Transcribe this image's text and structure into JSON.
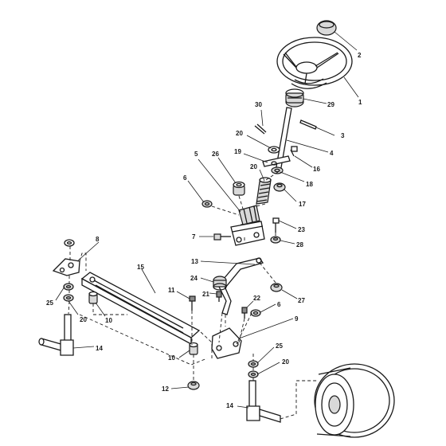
{
  "callouts": [
    {
      "id": "c1",
      "text": "1"
    },
    {
      "id": "c2",
      "text": "2"
    },
    {
      "id": "c29",
      "text": "29"
    },
    {
      "id": "c30",
      "text": "30"
    },
    {
      "id": "c3",
      "text": "3"
    },
    {
      "id": "c4",
      "text": "4"
    },
    {
      "id": "c20a",
      "text": "20"
    },
    {
      "id": "c16",
      "text": "16"
    },
    {
      "id": "c19",
      "text": "19"
    },
    {
      "id": "c18",
      "text": "18"
    },
    {
      "id": "c5",
      "text": "5"
    },
    {
      "id": "c26",
      "text": "26"
    },
    {
      "id": "c20b",
      "text": "20"
    },
    {
      "id": "c17",
      "text": "17"
    },
    {
      "id": "c6a",
      "text": "6"
    },
    {
      "id": "c23",
      "text": "23"
    },
    {
      "id": "c7",
      "text": "7"
    },
    {
      "id": "c28",
      "text": "28"
    },
    {
      "id": "c8",
      "text": "8"
    },
    {
      "id": "c13",
      "text": "13"
    },
    {
      "id": "c15",
      "text": "15"
    },
    {
      "id": "c24",
      "text": "24"
    },
    {
      "id": "c27",
      "text": "27"
    },
    {
      "id": "c11",
      "text": "11"
    },
    {
      "id": "c21",
      "text": "21"
    },
    {
      "id": "c25a",
      "text": "25"
    },
    {
      "id": "c20c",
      "text": "20"
    },
    {
      "id": "c10a",
      "text": "10"
    },
    {
      "id": "c22",
      "text": "22"
    },
    {
      "id": "c6b",
      "text": "6"
    },
    {
      "id": "c9",
      "text": "9"
    },
    {
      "id": "c14a",
      "text": "14"
    },
    {
      "id": "c10b",
      "text": "10"
    },
    {
      "id": "c25b",
      "text": "25"
    },
    {
      "id": "c20d",
      "text": "20"
    },
    {
      "id": "c12",
      "text": "12"
    },
    {
      "id": "c14b",
      "text": "14"
    }
  ]
}
